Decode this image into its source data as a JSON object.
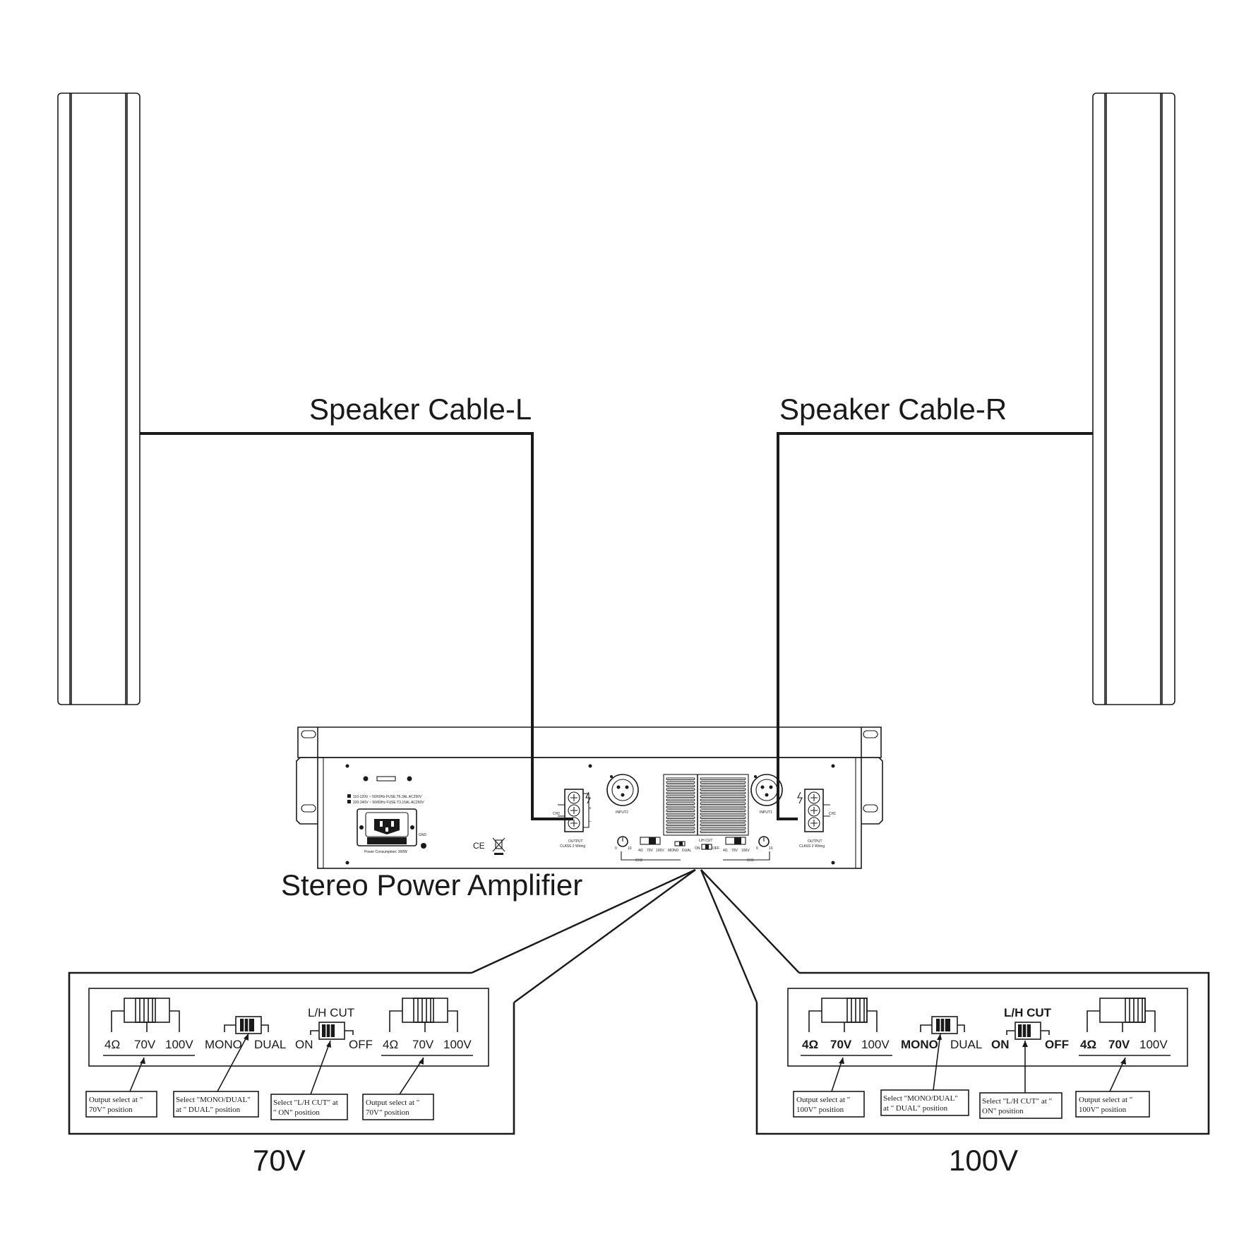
{
  "labels": {
    "cable_left": "Speaker Cable-L",
    "cable_right": "Speaker Cable-R",
    "amplifier": "Stereo Power Amplifier",
    "group_70v": "70V",
    "group_100v": "100V"
  },
  "amp_panel": {
    "power_spec_1": "110-120V ~ 50/60Hz FUSE:T6.3AL AC250V",
    "power_spec_2": "220-240V ~ 50/60Hz FUSE:T3.15AL AC250V",
    "power_consumption": "Power Consumption: 300W",
    "gnd": "GND",
    "ce_mark": "CE",
    "output_label": "OUTPUT",
    "class2_label": "CLASS 2 Wiring",
    "ch2": "CH2",
    "ch1": "CH1",
    "input2": "INPUT2",
    "input1": "INPUT1",
    "sw_4ohm": "4Ω",
    "sw_70v": "70V",
    "sw_100v": "100V",
    "sw_mono": "MONO",
    "sw_dual": "DUAL",
    "sw_lhcut": "L/H CUT",
    "sw_on": "ON",
    "sw_off": "OFF",
    "knob_min": "0",
    "knob_max": "10",
    "plus": "+",
    "minus": "−"
  },
  "switch_panel": {
    "ohm4": "4Ω",
    "v70": "70V",
    "v100": "100V",
    "mono": "MONO",
    "dual": "DUAL",
    "lhcut": "L/H CUT",
    "on": "ON",
    "off": "OFF"
  },
  "notes_70v": {
    "out_l_1": "Output select at \"",
    "out_l_2": "70V\" position",
    "mono_1": "Select \"MONO/DUAL\"",
    "mono_2": "at \" DUAL\" position",
    "lh_1": "Select \"L/H CUT\" at",
    "lh_2": "\" ON\" position",
    "out_r_1": "Output select at \"",
    "out_r_2": "70V\" position"
  },
  "notes_100v": {
    "out_l_1": "Output select at \"",
    "out_l_2": "100V\" position",
    "mono_1": "Select \"MONO/DUAL\"",
    "mono_2": "at \" DUAL\" position",
    "lh_1": "Select \"L/H CUT\" at \"",
    "lh_2": "ON\" position",
    "out_r_1": "Output select at \"",
    "out_r_2": "100V\" position"
  }
}
